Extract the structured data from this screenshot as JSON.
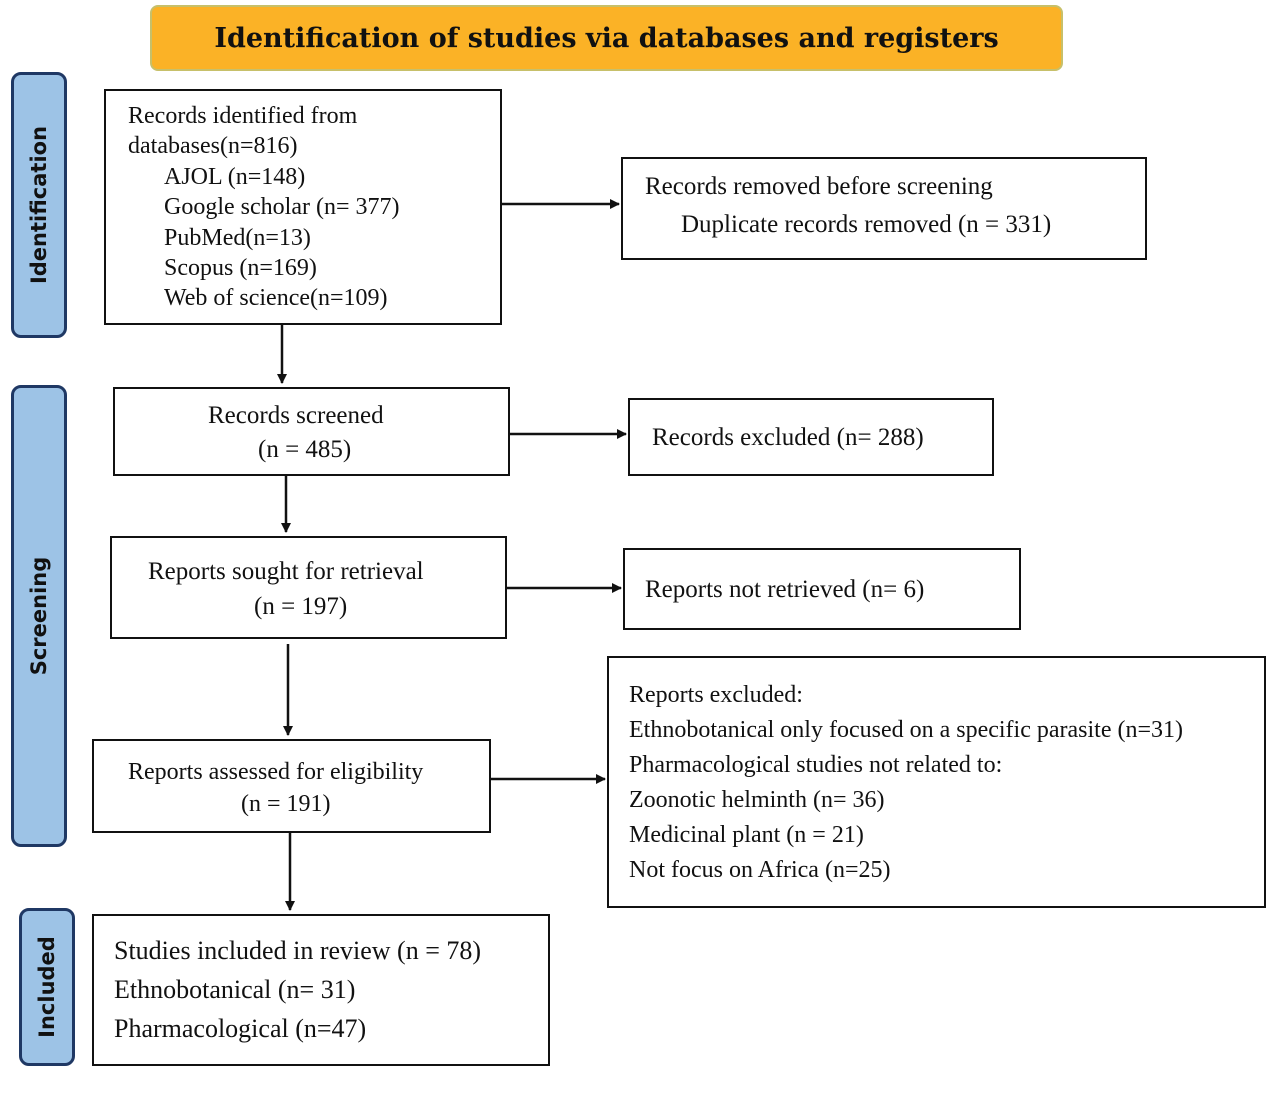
{
  "header": {
    "title": "Identification of studies via databases and registers"
  },
  "stages": {
    "identification": "Identification",
    "screening": "Screening",
    "included": "Included"
  },
  "records_identified": {
    "title_line1": "Records identified from",
    "title_line2": "databases(n=816)",
    "sources": [
      "AJOL (n=148)",
      "Google scholar (n= 377)",
      "PubMed(n=13)",
      "Scopus (n=169)",
      "Web of science(n=109)"
    ]
  },
  "records_removed": {
    "line1": "Records removed before screening",
    "line2": "Duplicate records removed (n = 331)"
  },
  "records_screened": {
    "line1": "Records screened",
    "line2": "(n = 485)"
  },
  "records_excluded": {
    "line1": "Records excluded (n= 288)"
  },
  "reports_sought": {
    "line1": "Reports sought for retrieval",
    "line2": "(n = 197)"
  },
  "reports_not_retrieved": {
    "line1": "Reports not retrieved (n= 6)"
  },
  "reports_assessed": {
    "line1": "Reports assessed for eligibility",
    "line2": "(n = 191)"
  },
  "reports_excluded": {
    "lines": [
      "Reports excluded:",
      "Ethnobotanical only focused on a specific parasite (n=31)",
      "Pharmacological studies not related to:",
      " Zoonotic helminth (n= 36)",
      " Medicinal plant (n = 21)",
      "Not focus on Africa (n=25)"
    ]
  },
  "studies_included": {
    "lines": [
      "Studies included in review (n = 78)",
      "Ethnobotanical (n= 31)",
      "Pharmacological (n=47)"
    ]
  },
  "colors": {
    "header_fill": "#fbb226",
    "stage_fill": "#9dc3e6",
    "stage_border": "#1f3864",
    "line": "#111111"
  }
}
